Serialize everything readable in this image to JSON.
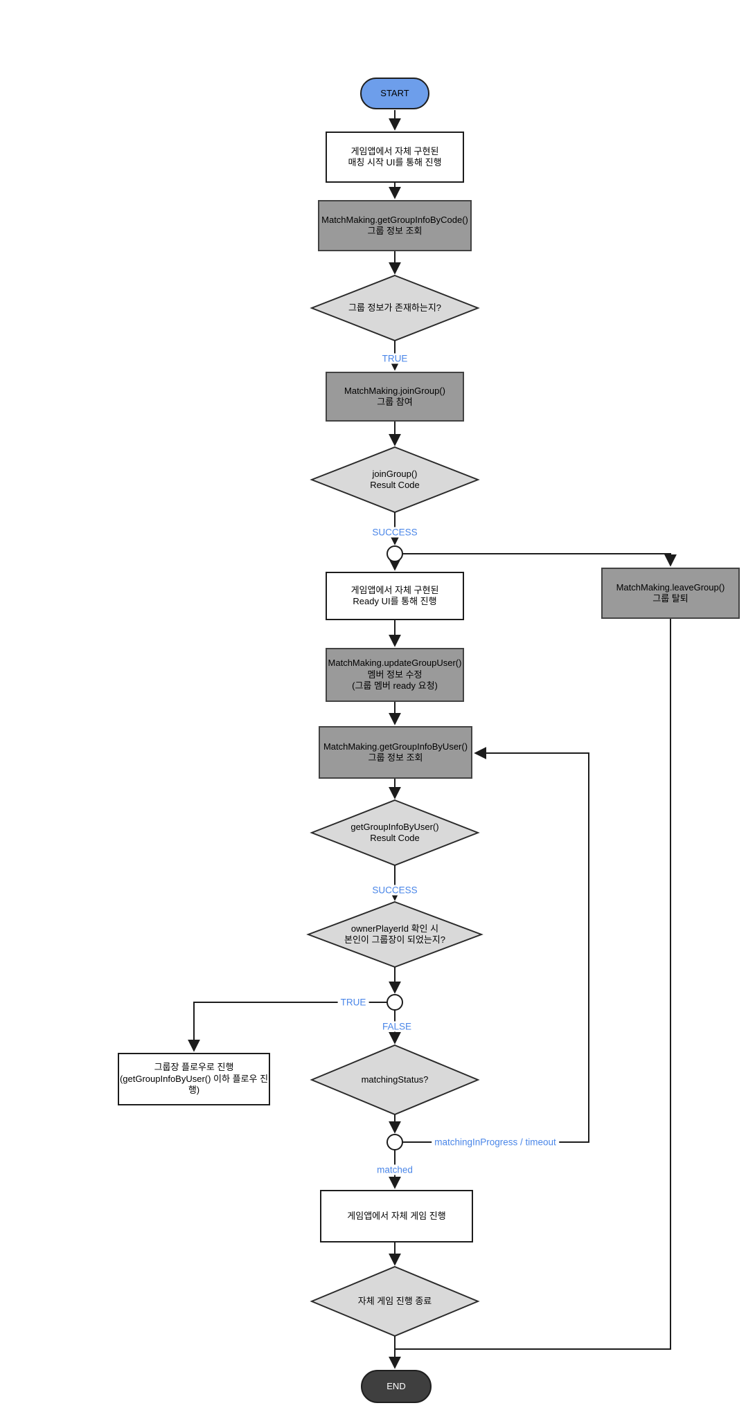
{
  "diagram": {
    "title": "MatchMaking group member flow",
    "colors": {
      "start_fill": "#6d9eeb",
      "process_fill": "#ffffff",
      "api_box_fill": "#9a9a9a",
      "decision_fill": "#d9d9d9",
      "end_fill": "#3f3f3f",
      "edge_label_color": "#4a86e8",
      "line_color": "#1c1c1c"
    },
    "nodes": {
      "start": {
        "label": "START"
      },
      "start_ui": {
        "lines": [
          "게임앱에서 자체 구현된",
          "매칭 시작 UI를 통해 진행"
        ]
      },
      "get_group_info_by_code": {
        "lines": [
          "MatchMaking.getGroupInfoByCode()",
          "그룹 정보 조회"
        ]
      },
      "group_exists": {
        "lines": [
          "그룹 정보가 존재하는지?"
        ]
      },
      "join_group": {
        "lines": [
          "MatchMaking.joinGroup()",
          "그룹 참여"
        ]
      },
      "join_group_result": {
        "lines": [
          "joinGroup()",
          "Result Code"
        ]
      },
      "ready_ui": {
        "lines": [
          "게임앱에서 자체 구현된",
          "Ready UI를 통해 진행"
        ]
      },
      "leave_group": {
        "lines": [
          "MatchMaking.leaveGroup()",
          "그룹 탈퇴"
        ]
      },
      "update_group_user": {
        "lines": [
          "MatchMaking.updateGroupUser()",
          "멤버 정보 수정",
          "(그룹 멤버 ready 요청)"
        ]
      },
      "get_group_info_by_user": {
        "lines": [
          "MatchMaking.getGroupInfoByUser()",
          "그룹 정보 조회"
        ]
      },
      "get_group_info_by_user_result": {
        "lines": [
          "getGroupInfoByUser()",
          "Result Code"
        ]
      },
      "owner_check": {
        "lines": [
          "ownerPlayerId 확인 시",
          "본인이 그룹장이 되었는지?"
        ]
      },
      "owner_flow": {
        "lines": [
          "그룹장 플로우로 진행",
          "(getGroupInfoByUser() 이하 플로우 진행)"
        ]
      },
      "matching_status": {
        "lines": [
          "matchingStatus?"
        ]
      },
      "game_play": {
        "lines": [
          "게임앱에서 자체 게임 진행"
        ]
      },
      "game_end": {
        "lines": [
          "자체 게임 진행 종료"
        ]
      },
      "end": {
        "label": "END"
      }
    },
    "edge_labels": {
      "true_1": "TRUE",
      "success_1": "SUCCESS",
      "success_2": "SUCCESS",
      "true_2": "TRUE",
      "false_1": "FALSE",
      "matching_in_progress": "matchingInProgress / timeout",
      "matched": "matched"
    }
  }
}
